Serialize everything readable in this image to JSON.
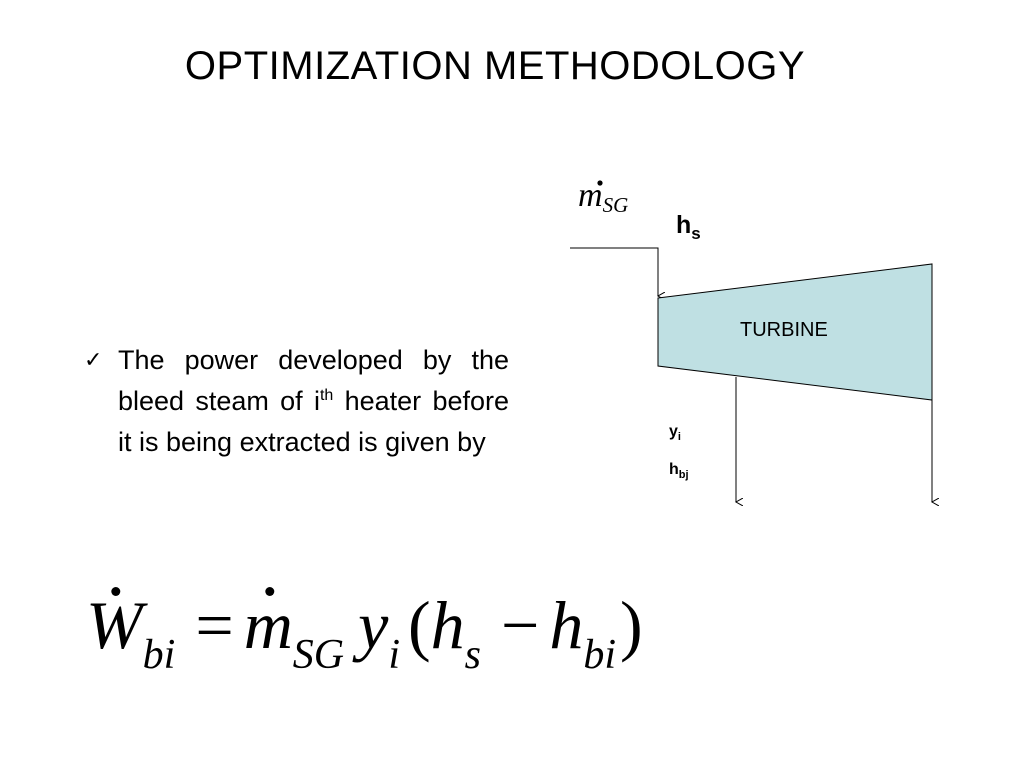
{
  "slide": {
    "title": "OPTIMIZATION METHODOLOGY"
  },
  "bullet": {
    "icon": "checkmark-icon",
    "text_before": "The power developed by the bleed steam of i",
    "superscript": "th",
    "text_after": " heater before it is being extracted is given by"
  },
  "diagram": {
    "mass_flow_symbol": "m",
    "mass_flow_subscript": "SG",
    "inlet_enthalpy": "h",
    "inlet_enthalpy_subscript": "s",
    "turbine_label": "TURBINE",
    "turbine_fill": "#bfe0e3",
    "bleed_fraction": "y",
    "bleed_fraction_subscript": "i",
    "bleed_enthalpy": "h",
    "bleed_enthalpy_subscript": "bj"
  },
  "equation": {
    "lhs": "W",
    "lhs_sub": "bi",
    "equals": "=",
    "m": "m",
    "m_sub": "SG",
    "y": "y",
    "y_sub": "i",
    "open_paren": "(",
    "h1": "h",
    "h1_sub": "s",
    "minus": "−",
    "h2": "h",
    "h2_sub": "bi",
    "close_paren": ")"
  }
}
